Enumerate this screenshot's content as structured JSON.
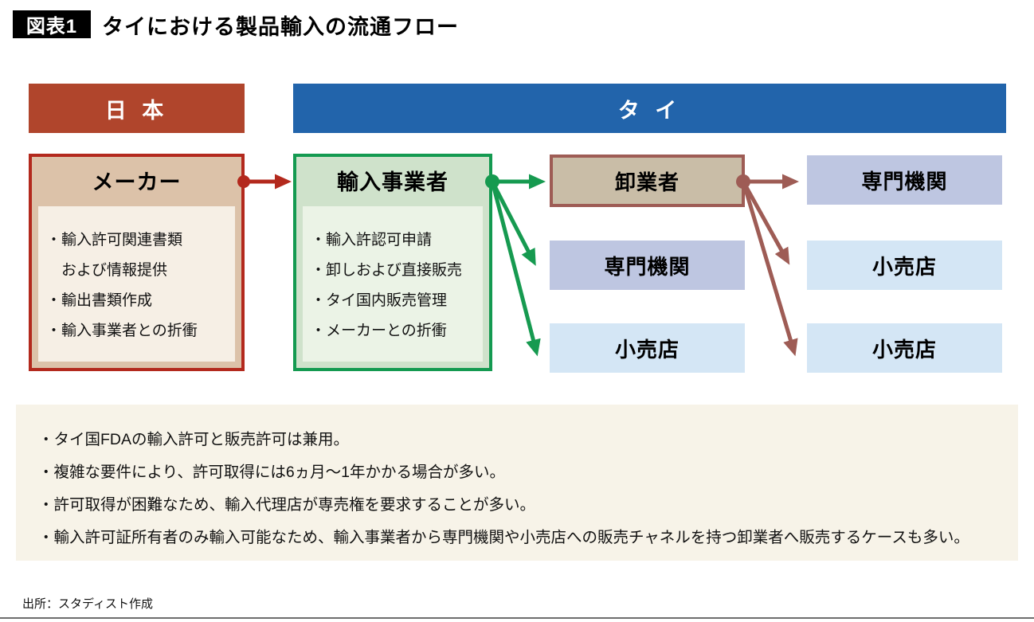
{
  "header": {
    "badge": "図表1",
    "title": "タイにおける製品輸入の流通フロー"
  },
  "regions": {
    "japan": {
      "label": "日 本",
      "color": "#b0452c"
    },
    "thailand": {
      "label": "タ イ",
      "color": "#2264ab"
    }
  },
  "boxes": {
    "maker": {
      "title": "メーカー",
      "items": [
        "・輸入許可関連書類",
        "　および情報提供",
        "・輸出書類作成",
        "・輸入事業者との折衝"
      ],
      "border_color": "#b3291d",
      "header_bg": "#dcc2a9",
      "body_bg": "#f6efe5"
    },
    "importer": {
      "title": "輸入事業者",
      "items": [
        "・輸入許認可申請",
        "・卸しおよび直接販売",
        "・タイ国内販売管理",
        "・メーカーとの折衝"
      ],
      "border_color": "#149a51",
      "header_bg": "#cfe2cb",
      "body_bg": "#ebf3e6"
    },
    "wholesaler": {
      "label": "卸業者",
      "bg": "#c9bda7",
      "border_color": "#9e5c55"
    },
    "mid_specialist": {
      "label": "専門機関",
      "bg": "#bec6e1"
    },
    "mid_retail": {
      "label": "小売店",
      "bg": "#d4e6f5"
    },
    "right_specialist": {
      "label": "専門機関",
      "bg": "#bec6e1"
    },
    "right_retail_upper": {
      "label": "小売店",
      "bg": "#d4e6f5"
    },
    "right_retail_lower": {
      "label": "小売店",
      "bg": "#d4e6f5"
    }
  },
  "arrows": {
    "maker_to_importer_color": "#b3291d",
    "importer_out_color": "#169a50",
    "wholesaler_out_color": "#9e5c55"
  },
  "notes": {
    "lines": [
      "・タイ国FDAの輸入許可と販売許可は兼用。",
      "・複雑な要件により、許可取得には6ヵ月〜1年かかる場合が多い。",
      "・許可取得が困難なため、輸入代理店が専売権を要求することが多い。",
      "・輸入許可証所有者のみ輸入可能なため、輸入事業者から専門機関や小売店への販売チャネルを持つ卸業者へ販売するケースも多い。"
    ],
    "bg": "#f7f3e8"
  },
  "source": "出所：スタディスト作成"
}
